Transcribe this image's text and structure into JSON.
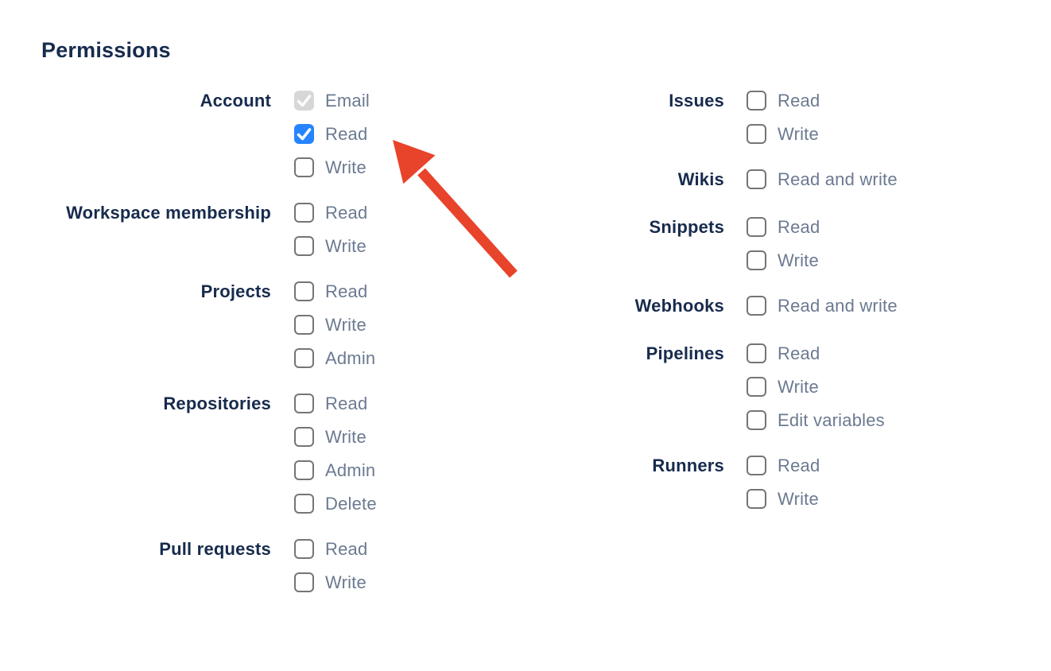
{
  "colors": {
    "page_bg": "#FFFFFF",
    "heading_text": "#172B4D",
    "group_label_text": "#172B4D",
    "option_label_text": "#6B7A90",
    "checkbox_checked_bg": "#2684FF",
    "checkbox_check": "#FFFFFF",
    "checkbox_disabled_bg": "#D6D7D9",
    "checkbox_disabled_check": "#FBFBFB",
    "checkbox_unchecked_border": "#757575",
    "arrow": "#E8432B"
  },
  "permissions": {
    "heading": "Permissions",
    "columns": [
      {
        "groups": [
          {
            "label": "Account",
            "options": [
              {
                "label": "Email",
                "checked": true,
                "disabled": true
              },
              {
                "label": "Read",
                "checked": true,
                "disabled": false
              },
              {
                "label": "Write",
                "checked": false,
                "disabled": false
              }
            ]
          },
          {
            "label": "Workspace membership",
            "options": [
              {
                "label": "Read",
                "checked": false,
                "disabled": false
              },
              {
                "label": "Write",
                "checked": false,
                "disabled": false
              }
            ]
          },
          {
            "label": "Projects",
            "options": [
              {
                "label": "Read",
                "checked": false,
                "disabled": false
              },
              {
                "label": "Write",
                "checked": false,
                "disabled": false
              },
              {
                "label": "Admin",
                "checked": false,
                "disabled": false
              }
            ]
          },
          {
            "label": "Repositories",
            "options": [
              {
                "label": "Read",
                "checked": false,
                "disabled": false
              },
              {
                "label": "Write",
                "checked": false,
                "disabled": false
              },
              {
                "label": "Admin",
                "checked": false,
                "disabled": false
              },
              {
                "label": "Delete",
                "checked": false,
                "disabled": false
              }
            ]
          },
          {
            "label": "Pull requests",
            "options": [
              {
                "label": "Read",
                "checked": false,
                "disabled": false
              },
              {
                "label": "Write",
                "checked": false,
                "disabled": false
              }
            ]
          }
        ]
      },
      {
        "groups": [
          {
            "label": "Issues",
            "options": [
              {
                "label": "Read",
                "checked": false,
                "disabled": false
              },
              {
                "label": "Write",
                "checked": false,
                "disabled": false
              }
            ]
          },
          {
            "label": "Wikis",
            "options": [
              {
                "label": "Read and write",
                "checked": false,
                "disabled": false
              }
            ]
          },
          {
            "label": "Snippets",
            "options": [
              {
                "label": "Read",
                "checked": false,
                "disabled": false
              },
              {
                "label": "Write",
                "checked": false,
                "disabled": false
              }
            ]
          },
          {
            "label": "Webhooks",
            "options": [
              {
                "label": "Read and write",
                "checked": false,
                "disabled": false
              }
            ]
          },
          {
            "label": "Pipelines",
            "options": [
              {
                "label": "Read",
                "checked": false,
                "disabled": false
              },
              {
                "label": "Write",
                "checked": false,
                "disabled": false
              },
              {
                "label": "Edit variables",
                "checked": false,
                "disabled": false
              }
            ]
          },
          {
            "label": "Runners",
            "options": [
              {
                "label": "Read",
                "checked": false,
                "disabled": false
              },
              {
                "label": "Write",
                "checked": false,
                "disabled": false
              }
            ]
          }
        ]
      }
    ]
  }
}
